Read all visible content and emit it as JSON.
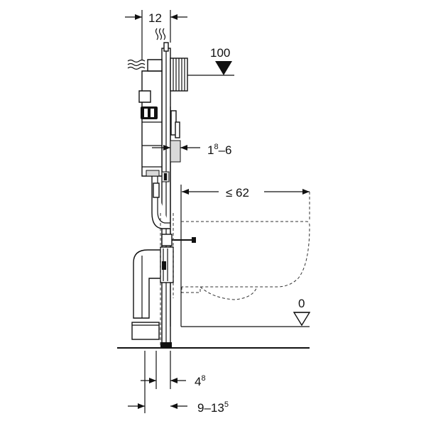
{
  "dimensions": {
    "frame_depth": {
      "text": "12"
    },
    "flush_height": {
      "text": "100"
    },
    "wall_thickness": {
      "base": "1",
      "sup": "8",
      "rest": "–6"
    },
    "projection": {
      "text": "≤ 62"
    },
    "floor_level": {
      "text": "0"
    },
    "pipe_offset": {
      "base": "4",
      "sup": "8"
    },
    "adjust_range": {
      "base": "9–13",
      "sup": "5"
    }
  }
}
